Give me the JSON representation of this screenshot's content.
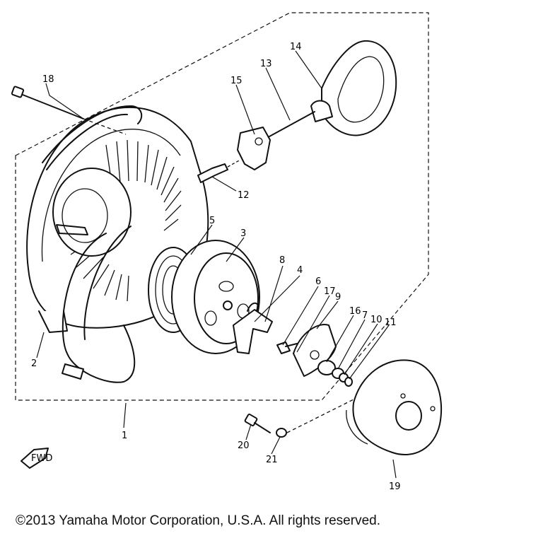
{
  "diagram": {
    "callouts": {
      "c1": "1",
      "c2": "2",
      "c3": "3",
      "c4": "4",
      "c5": "5",
      "c6": "6",
      "c7": "7",
      "c8": "8",
      "c9": "9",
      "c10": "10",
      "c11": "11",
      "c12": "12",
      "c13": "13",
      "c14": "14",
      "c15": "15",
      "c16": "16",
      "c17": "17",
      "c18": "18",
      "c19": "19",
      "c20": "20",
      "c21": "21"
    },
    "fwd_mark": "FWD"
  },
  "footer": {
    "copyright": "©2013 Yamaha Motor Corporation, U.S.A. All rights reserved."
  }
}
